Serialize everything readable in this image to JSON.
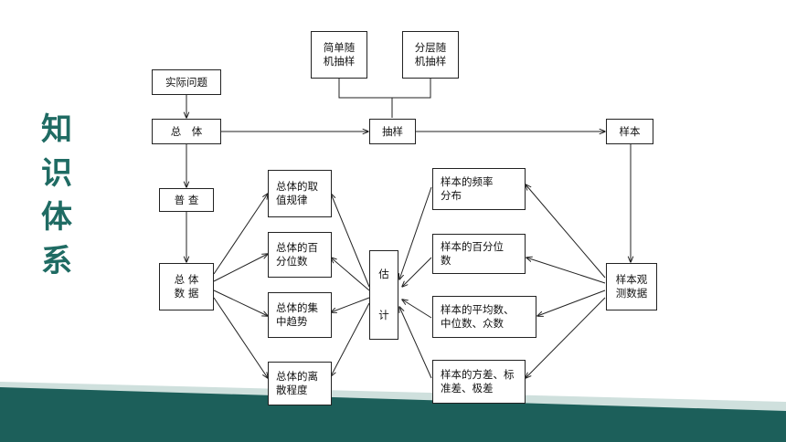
{
  "side_title": [
    "知",
    "识",
    "体",
    "系"
  ],
  "nodes": {
    "shiji_wenti": "实际问题",
    "zongti": "总　体",
    "puzha": "普 查",
    "zongti_shuju": "总 体\n数 据",
    "jiandan_suiji": "简单随\n机抽样",
    "fenceng_suiji": "分层随\n机抽样",
    "chouyang": "抽样",
    "yangben": "样本",
    "yangben_guance": "样本观\n测数据",
    "guji": "估\n\n\n计",
    "zt_quzhi": "总体的取\n值规律",
    "zt_baifen": "总体的百\n分位数",
    "zt_jizhong": "总体的集\n中趋势",
    "zt_lisan": "总体的离\n散程度",
    "yb_pinlv": "样本的频率\n分布",
    "yb_baifen": "样本的百分位\n数",
    "yb_pingjun": "样本的平均数、\n中位数、众数",
    "yb_fangcha": "样本的方差、标\n准差、极差"
  },
  "colors": {
    "title": "#1f6b63",
    "banner_dark": "#1c5f5a",
    "banner_light": "#cfe0dd"
  }
}
